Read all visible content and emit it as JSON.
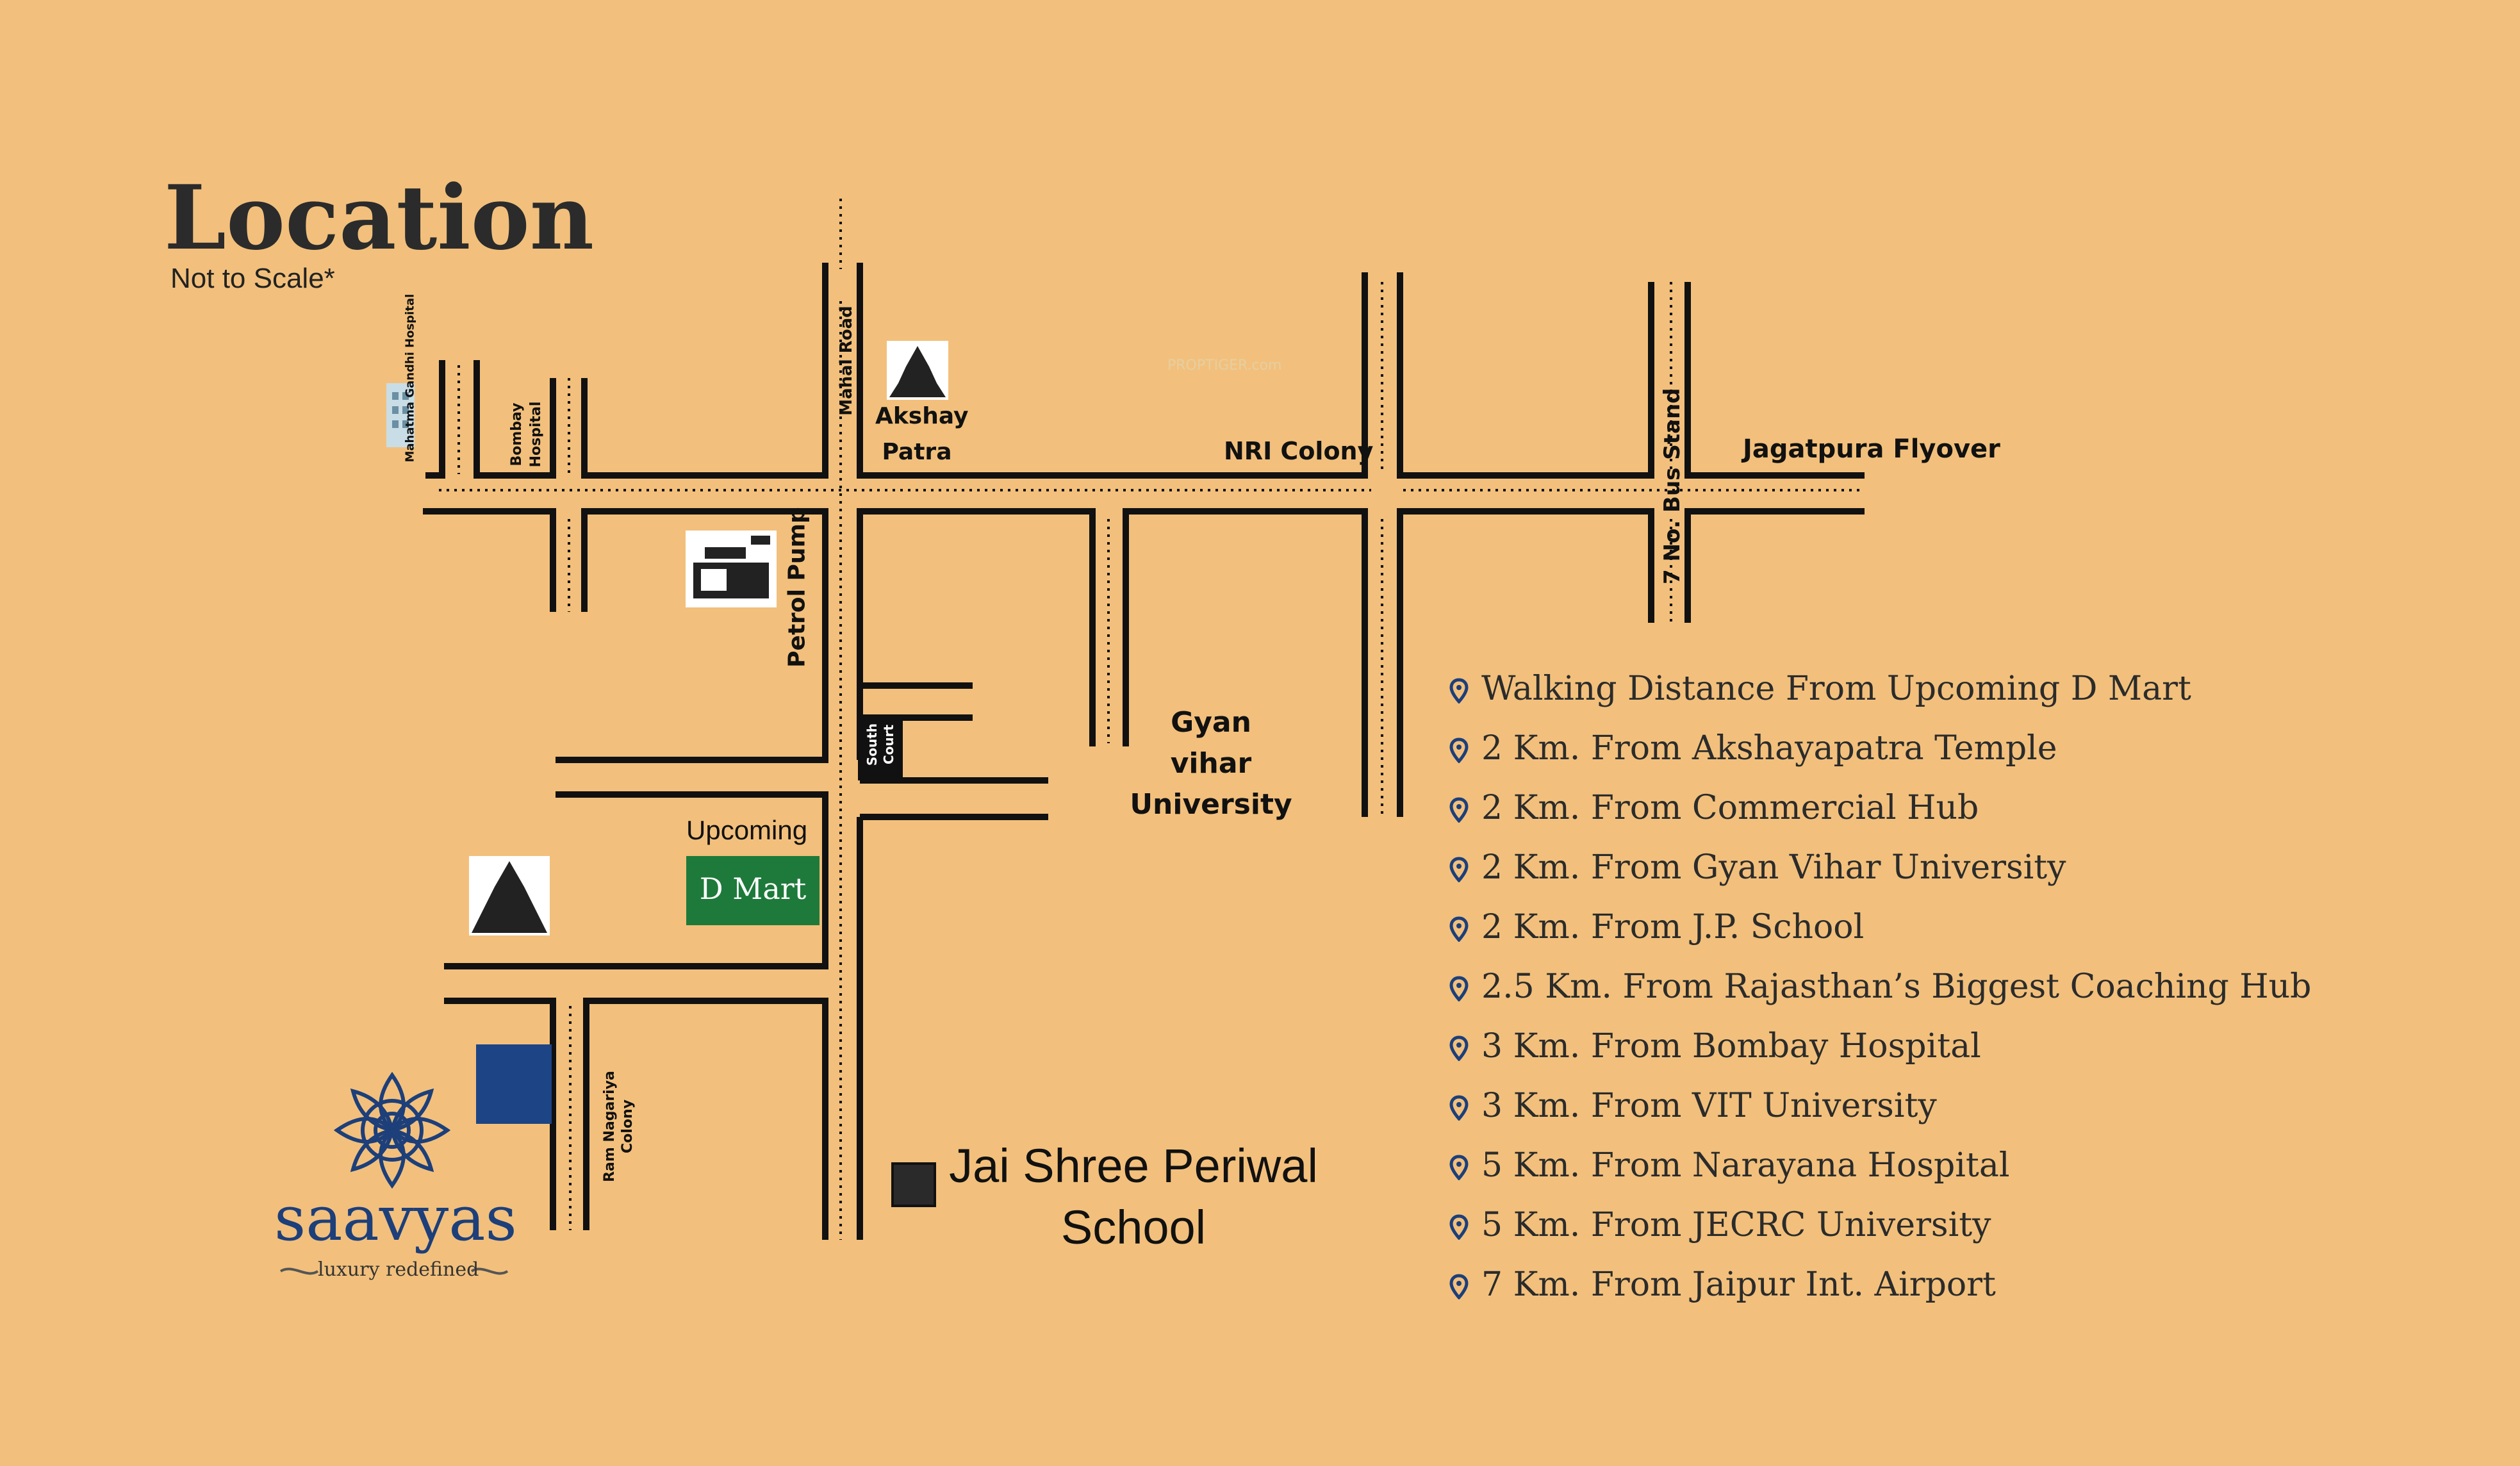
{
  "title": "Location",
  "subtitle": "Not to Scale*",
  "road_labels": {
    "mahal_road": "Mahal Road",
    "nri_colony": "NRI Colony",
    "jagatpura_flyover": "Jagatpura Flyover",
    "bus_stand": "7 No. Bus Stand",
    "petrol_pump": "Petrol Pump",
    "ram_nagariya": "Ram Nagariya Colony"
  },
  "landmarks": {
    "mahatma_gandhi_hospital": "Mahatma Gandhi Hospital",
    "bombay_hospital": "Bombay Hospital",
    "akshay_patra": "Akshay Patra",
    "gyan_vihar": "Gyan vihar University",
    "south_court": "South Court",
    "upcoming": "Upcoming",
    "dmart": "D Mart",
    "jai_shree": "Jai Shree Periwal School"
  },
  "watermark": "PROPTIGER.com",
  "brand": {
    "name": "saavyas",
    "tagline": "luxury redefined",
    "color": "#1d3f7a"
  },
  "icons": {
    "pin": "map-pin-icon",
    "temple": "temple-icon",
    "petrol": "fuel-icon",
    "site": "site-marker"
  },
  "features": [
    "Walking Distance From Upcoming D Mart",
    "2 Km. From Akshayapatra Temple",
    "2 Km. From Commercial Hub",
    "2 Km. From Gyan Vihar University",
    "2 Km. From J.P. School",
    "2.5 Km. From Rajasthan’s Biggest Coaching Hub",
    "3 Km. From Bombay Hospital",
    "3 Km. From VIT University",
    "5 Km. From Narayana Hospital",
    "5 Km. From JECRC University",
    "7 Km. From Jaipur Int. Airport"
  ]
}
